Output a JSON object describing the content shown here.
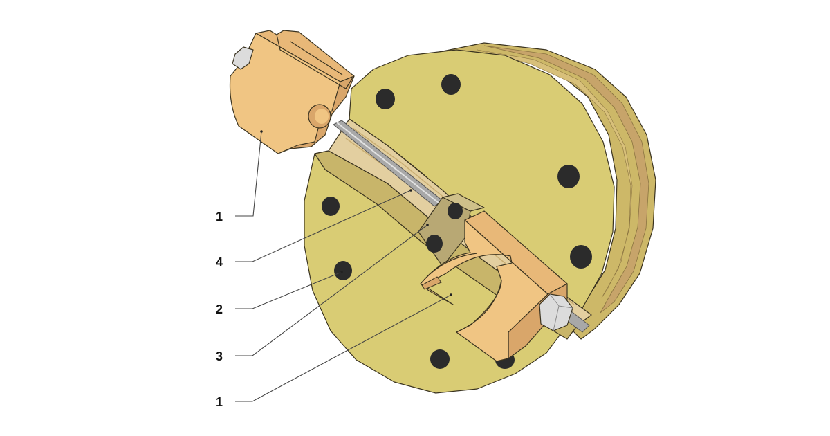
{
  "diagram": {
    "callouts": [
      {
        "id": "callout-jaw-upper",
        "label": "1",
        "part": "jaw"
      },
      {
        "id": "callout-screw",
        "label": "4",
        "part": "screw"
      },
      {
        "id": "callout-hole",
        "label": "2",
        "part": "mounting-hole"
      },
      {
        "id": "callout-nut-block",
        "label": "3",
        "part": "nut-block"
      },
      {
        "id": "callout-jaw-lower",
        "label": "1",
        "part": "jaw"
      }
    ],
    "colors": {
      "disc_face": "#d9cc74",
      "disc_rim": "#cdb868",
      "disc_rim_stripe": "#c7a46a",
      "jaw_face": "#f0c583",
      "jaw_side": "#d9a66a",
      "jaw_top": "#e8b878",
      "slot_wood": "#e3cfa0",
      "screw": "#a8a8a8",
      "hole": "#2b2b2b",
      "nut_block": "#b8a874",
      "outline": "#3a3320"
    }
  }
}
